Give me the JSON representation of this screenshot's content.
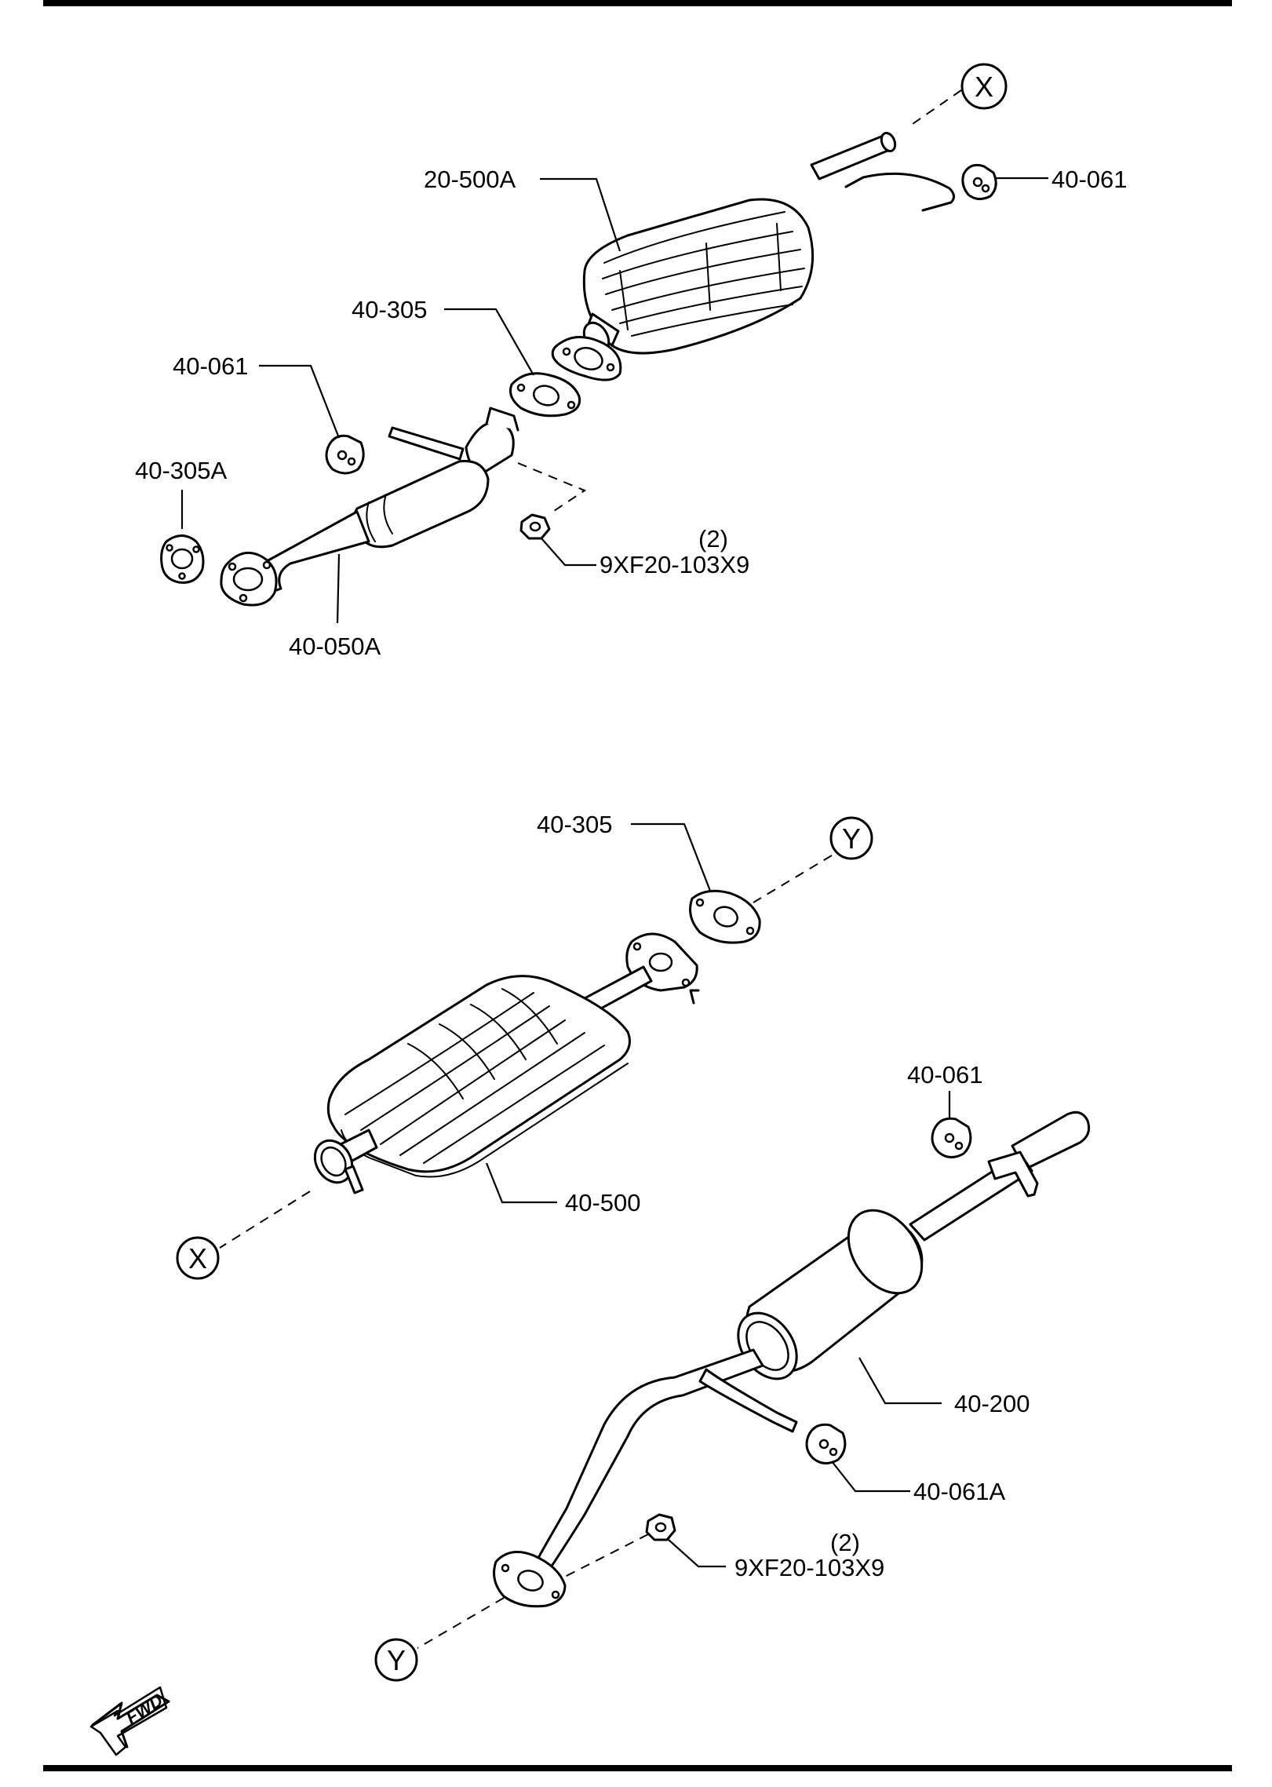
{
  "labels": {
    "cat_converter": "20-500A",
    "hanger_top_right": "40-061",
    "gasket_upper": "40-305",
    "hanger_upper_left": "40-061",
    "gasket_front": "40-305A",
    "front_pipe": "40-050A",
    "nut_upper_qty": "(2)",
    "nut_upper": "9XF20-103X9",
    "gasket_middle": "40-305",
    "presilencer": "40-500",
    "hanger_lower": "40-061",
    "main_silencer": "40-200",
    "hanger_lower_a": "40-061A",
    "nut_lower_qty": "(2)",
    "nut_lower": "9XF20-103X9"
  },
  "refs": {
    "x_top": "X",
    "y_mid": "Y",
    "x_mid": "X",
    "y_bottom": "Y"
  },
  "fwd": "FWD"
}
